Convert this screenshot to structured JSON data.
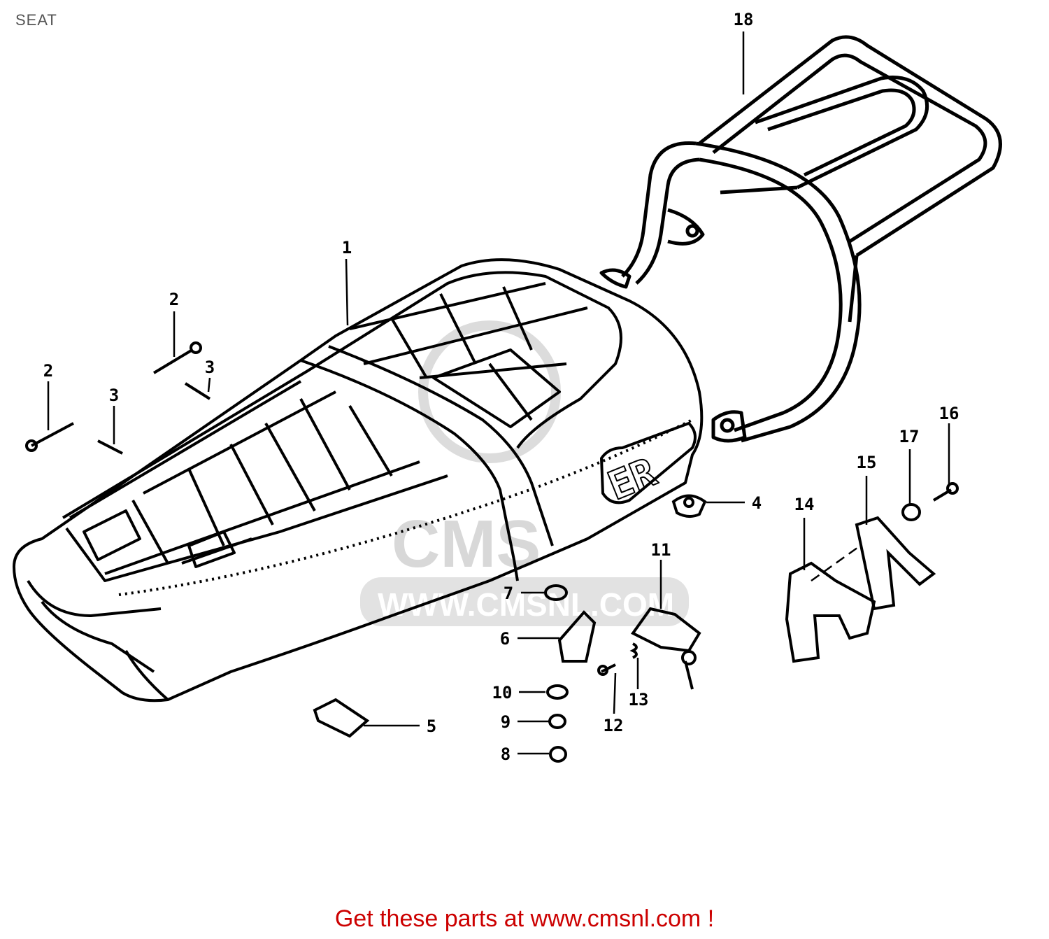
{
  "title": "SEAT",
  "callouts": [
    "1",
    "2",
    "2",
    "3",
    "3",
    "4",
    "5",
    "6",
    "7",
    "8",
    "9",
    "10",
    "11",
    "12",
    "13",
    "14",
    "15",
    "16",
    "17",
    "18"
  ],
  "diagram_text": {
    "seat_logo": "ER",
    "watermark_logo": "CMS",
    "watermark_url": "WWW.CMSNL.COM"
  },
  "footer": "Get these parts at www.cmsnl.com !"
}
